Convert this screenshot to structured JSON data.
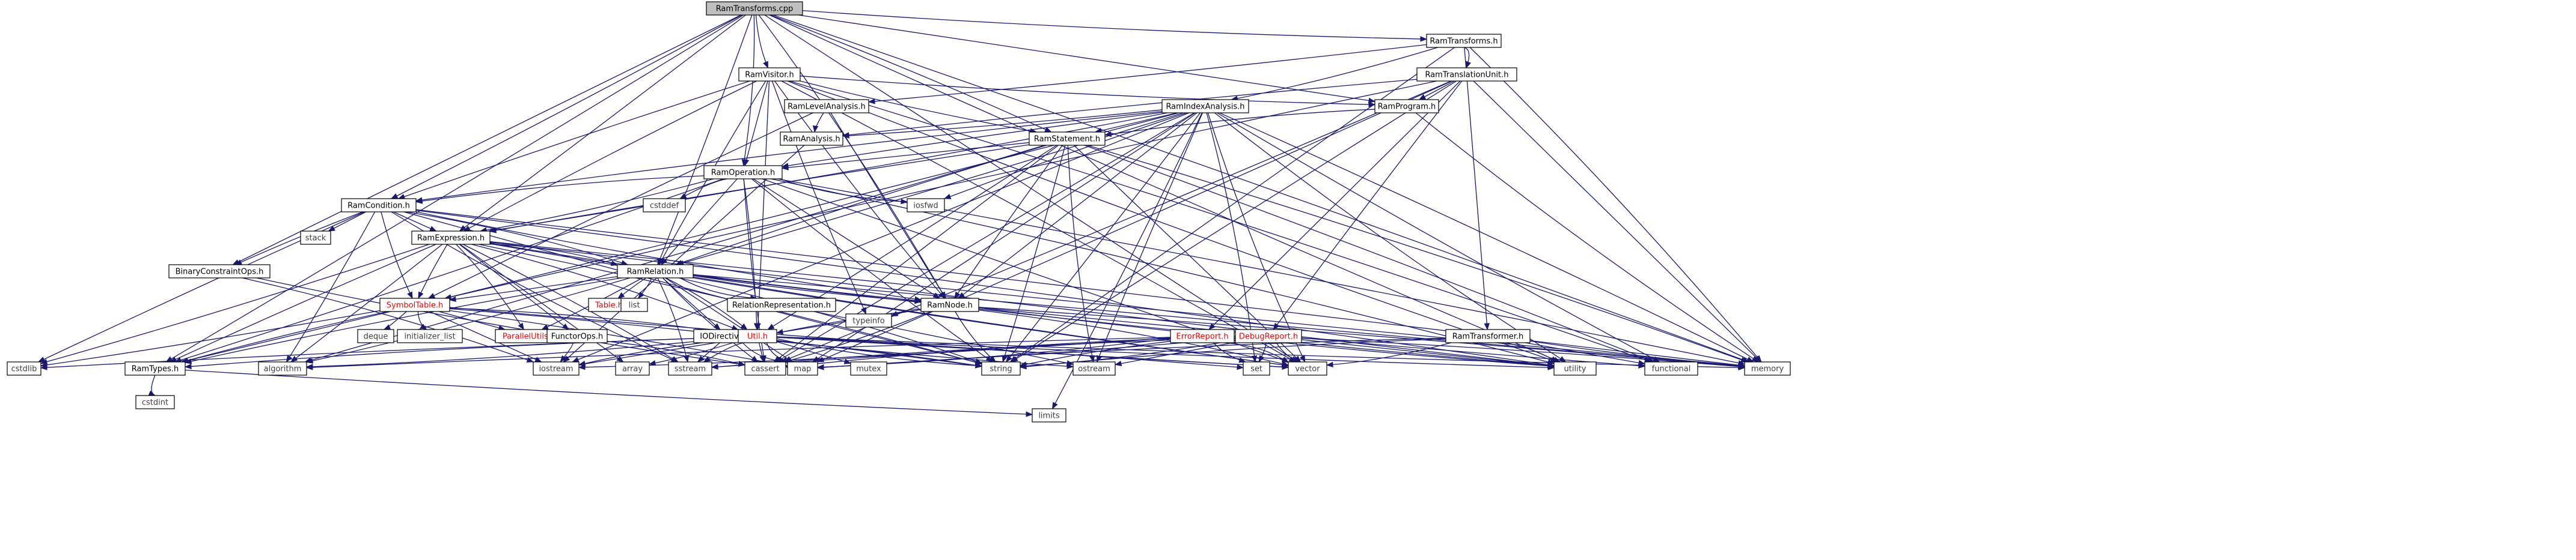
{
  "diagram": {
    "root": "RamTransforms.cpp",
    "colors": {
      "edge": "#191970",
      "root_fill": "#bfbfbf",
      "node_border": "#000000",
      "red_label": "#ff0000",
      "system_label": "#3f3f3f"
    },
    "nodes": [
      {
        "id": "n_root",
        "label": "RamTransforms.cpp",
        "kind": "root"
      },
      {
        "id": "n_rt_h",
        "label": "RamTransforms.h",
        "kind": "hdr"
      },
      {
        "id": "n_visitor",
        "label": "RamVisitor.h",
        "kind": "hdr"
      },
      {
        "id": "n_tu",
        "label": "RamTranslationUnit.h",
        "kind": "hdr"
      },
      {
        "id": "n_idx",
        "label": "RamIndexAnalysis.h",
        "kind": "hdr"
      },
      {
        "id": "n_level",
        "label": "RamLevelAnalysis.h",
        "kind": "hdr"
      },
      {
        "id": "n_program",
        "label": "RamProgram.h",
        "kind": "hdr"
      },
      {
        "id": "n_analysis",
        "label": "RamAnalysis.h",
        "kind": "hdr"
      },
      {
        "id": "n_stmt",
        "label": "RamStatement.h",
        "kind": "hdr"
      },
      {
        "id": "n_op",
        "label": "RamOperation.h",
        "kind": "hdr"
      },
      {
        "id": "n_cond",
        "label": "RamCondition.h",
        "kind": "hdr"
      },
      {
        "id": "n_expr",
        "label": "RamExpression.h",
        "kind": "hdr"
      },
      {
        "id": "n_bco",
        "label": "BinaryConstraintOps.h",
        "kind": "hdr"
      },
      {
        "id": "n_rel",
        "label": "RamRelation.h",
        "kind": "hdr"
      },
      {
        "id": "n_node",
        "label": "RamNode.h",
        "kind": "hdr"
      },
      {
        "id": "n_symtab",
        "label": "SymbolTable.h",
        "kind": "red"
      },
      {
        "id": "n_table",
        "label": "Table.h",
        "kind": "red"
      },
      {
        "id": "n_relrep",
        "label": "RelationRepresentation.h",
        "kind": "hdr"
      },
      {
        "id": "n_par",
        "label": "ParallelUtils.h",
        "kind": "red"
      },
      {
        "id": "n_functor",
        "label": "FunctorOps.h",
        "kind": "hdr"
      },
      {
        "id": "n_iod",
        "label": "IODirectives.h",
        "kind": "hdr"
      },
      {
        "id": "n_util",
        "label": "Util.h",
        "kind": "red"
      },
      {
        "id": "n_err",
        "label": "ErrorReport.h",
        "kind": "red"
      },
      {
        "id": "n_dbg",
        "label": "DebugReport.h",
        "kind": "red"
      },
      {
        "id": "n_transformer",
        "label": "RamTransformer.h",
        "kind": "hdr"
      },
      {
        "id": "n_types",
        "label": "RamTypes.h",
        "kind": "hdr"
      },
      {
        "id": "n_cstdint",
        "label": "cstdint",
        "kind": "sys"
      },
      {
        "id": "n_limits",
        "label": "limits",
        "kind": "sys"
      },
      {
        "id": "n_cstdlib",
        "label": "cstdlib",
        "kind": "sys"
      },
      {
        "id": "n_algorithm",
        "label": "algorithm",
        "kind": "sys"
      },
      {
        "id": "n_iostream",
        "label": "iostream",
        "kind": "sys"
      },
      {
        "id": "n_array",
        "label": "array",
        "kind": "sys"
      },
      {
        "id": "n_sstream",
        "label": "sstream",
        "kind": "sys"
      },
      {
        "id": "n_cassert",
        "label": "cassert",
        "kind": "sys"
      },
      {
        "id": "n_map",
        "label": "map",
        "kind": "sys"
      },
      {
        "id": "n_mutex",
        "label": "mutex",
        "kind": "sys"
      },
      {
        "id": "n_string",
        "label": "string",
        "kind": "sys"
      },
      {
        "id": "n_ostream",
        "label": "ostream",
        "kind": "sys"
      },
      {
        "id": "n_set",
        "label": "set",
        "kind": "sys"
      },
      {
        "id": "n_vector",
        "label": "vector",
        "kind": "sys"
      },
      {
        "id": "n_utility",
        "label": "utility",
        "kind": "sys"
      },
      {
        "id": "n_functional",
        "label": "functional",
        "kind": "sys"
      },
      {
        "id": "n_memory",
        "label": "memory",
        "kind": "sys"
      },
      {
        "id": "n_stack",
        "label": "stack",
        "kind": "sys"
      },
      {
        "id": "n_cstddef",
        "label": "cstddef",
        "kind": "sys"
      },
      {
        "id": "n_iosfwd",
        "label": "iosfwd",
        "kind": "sys"
      },
      {
        "id": "n_list",
        "label": "list",
        "kind": "sys"
      },
      {
        "id": "n_typeinfo",
        "label": "typeinfo",
        "kind": "sys"
      },
      {
        "id": "n_deque",
        "label": "deque",
        "kind": "sys"
      },
      {
        "id": "n_initlist",
        "label": "initializer_list",
        "kind": "sys"
      }
    ],
    "edges": [
      [
        "n_root",
        "n_rt_h"
      ],
      [
        "n_root",
        "n_visitor"
      ],
      [
        "n_root",
        "n_program"
      ],
      [
        "n_root",
        "n_stmt"
      ],
      [
        "n_root",
        "n_op"
      ],
      [
        "n_root",
        "n_cond"
      ],
      [
        "n_root",
        "n_expr"
      ],
      [
        "n_root",
        "n_bco"
      ],
      [
        "n_root",
        "n_rel"
      ],
      [
        "n_root",
        "n_node"
      ],
      [
        "n_root",
        "n_types"
      ],
      [
        "n_root",
        "n_utility"
      ],
      [
        "n_root",
        "n_vector"
      ],
      [
        "n_root",
        "n_memory"
      ],
      [
        "n_rt_h",
        "n_tu"
      ],
      [
        "n_rt_h",
        "n_idx"
      ],
      [
        "n_rt_h",
        "n_level"
      ],
      [
        "n_rt_h",
        "n_transformer"
      ],
      [
        "n_rt_h",
        "n_string"
      ],
      [
        "n_rt_h",
        "n_memory"
      ],
      [
        "n_visitor",
        "n_program"
      ],
      [
        "n_visitor",
        "n_stmt"
      ],
      [
        "n_visitor",
        "n_op"
      ],
      [
        "n_visitor",
        "n_cond"
      ],
      [
        "n_visitor",
        "n_expr"
      ],
      [
        "n_visitor",
        "n_rel"
      ],
      [
        "n_visitor",
        "n_node"
      ],
      [
        "n_visitor",
        "n_util"
      ],
      [
        "n_visitor",
        "n_vector"
      ],
      [
        "n_visitor",
        "n_functional"
      ],
      [
        "n_visitor",
        "n_utility"
      ],
      [
        "n_visitor",
        "n_typeinfo"
      ],
      [
        "n_tu",
        "n_program"
      ],
      [
        "n_tu",
        "n_analysis"
      ],
      [
        "n_tu",
        "n_err"
      ],
      [
        "n_tu",
        "n_dbg"
      ],
      [
        "n_tu",
        "n_map"
      ],
      [
        "n_tu",
        "n_memory"
      ],
      [
        "n_tu",
        "n_string"
      ],
      [
        "n_tu",
        "n_symtab"
      ],
      [
        "n_tu",
        "n_cassert"
      ],
      [
        "n_idx",
        "n_analysis"
      ],
      [
        "n_idx",
        "n_stmt"
      ],
      [
        "n_idx",
        "n_op"
      ],
      [
        "n_idx",
        "n_cond"
      ],
      [
        "n_idx",
        "n_expr"
      ],
      [
        "n_idx",
        "n_rel"
      ],
      [
        "n_idx",
        "n_node"
      ],
      [
        "n_idx",
        "n_map"
      ],
      [
        "n_idx",
        "n_set"
      ],
      [
        "n_idx",
        "n_vector"
      ],
      [
        "n_idx",
        "n_ostream"
      ],
      [
        "n_idx",
        "n_iostream"
      ],
      [
        "n_idx",
        "n_memory"
      ],
      [
        "n_idx",
        "n_limits"
      ],
      [
        "n_idx",
        "n_utility"
      ],
      [
        "n_idx",
        "n_functional"
      ],
      [
        "n_idx",
        "n_cassert"
      ],
      [
        "n_idx",
        "n_iosfwd"
      ],
      [
        "n_idx",
        "n_string"
      ],
      [
        "n_idx",
        "n_types"
      ],
      [
        "n_level",
        "n_analysis"
      ],
      [
        "n_level",
        "n_node"
      ],
      [
        "n_level",
        "n_symtab"
      ],
      [
        "n_program",
        "n_stmt"
      ],
      [
        "n_program",
        "n_memory"
      ],
      [
        "n_analysis",
        "n_iostream"
      ],
      [
        "n_stmt",
        "n_op"
      ],
      [
        "n_stmt",
        "n_expr"
      ],
      [
        "n_stmt",
        "n_rel"
      ],
      [
        "n_stmt",
        "n_node"
      ],
      [
        "n_stmt",
        "n_util"
      ],
      [
        "n_stmt",
        "n_vector"
      ],
      [
        "n_stmt",
        "n_string"
      ],
      [
        "n_stmt",
        "n_memory"
      ],
      [
        "n_stmt",
        "n_ostream"
      ],
      [
        "n_stmt",
        "n_algorithm"
      ],
      [
        "n_stmt",
        "n_cassert"
      ],
      [
        "n_stmt",
        "n_functional"
      ],
      [
        "n_op",
        "n_cond"
      ],
      [
        "n_op",
        "n_expr"
      ],
      [
        "n_op",
        "n_rel"
      ],
      [
        "n_op",
        "n_node"
      ],
      [
        "n_op",
        "n_util"
      ],
      [
        "n_op",
        "n_cstddef"
      ],
      [
        "n_op",
        "n_iosfwd"
      ],
      [
        "n_op",
        "n_string"
      ],
      [
        "n_op",
        "n_vector"
      ],
      [
        "n_op",
        "n_memory"
      ],
      [
        "n_op",
        "n_utility"
      ],
      [
        "n_op",
        "n_types"
      ],
      [
        "n_op",
        "n_cassert"
      ],
      [
        "n_cond",
        "n_expr"
      ],
      [
        "n_cond",
        "n_bco"
      ],
      [
        "n_cond",
        "n_rel"
      ],
      [
        "n_cond",
        "n_node"
      ],
      [
        "n_cond",
        "n_symtab"
      ],
      [
        "n_cond",
        "n_stack"
      ],
      [
        "n_cond",
        "n_cstdlib"
      ],
      [
        "n_cond",
        "n_algorithm"
      ],
      [
        "n_cond",
        "n_sstream"
      ],
      [
        "n_cond",
        "n_string"
      ],
      [
        "n_cond",
        "n_memory"
      ],
      [
        "n_cond",
        "n_utility"
      ],
      [
        "n_expr",
        "n_rel"
      ],
      [
        "n_expr",
        "n_node"
      ],
      [
        "n_expr",
        "n_symtab"
      ],
      [
        "n_expr",
        "n_functor"
      ],
      [
        "n_expr",
        "n_par"
      ],
      [
        "n_expr",
        "n_util"
      ],
      [
        "n_expr",
        "n_cstdlib"
      ],
      [
        "n_expr",
        "n_algorithm"
      ],
      [
        "n_expr",
        "n_array"
      ],
      [
        "n_expr",
        "n_sstream"
      ],
      [
        "n_expr",
        "n_string"
      ],
      [
        "n_expr",
        "n_vector"
      ],
      [
        "n_expr",
        "n_memory"
      ],
      [
        "n_expr",
        "n_utility"
      ],
      [
        "n_expr",
        "n_types"
      ],
      [
        "n_bco",
        "n_iostream"
      ],
      [
        "n_bco",
        "n_cassert"
      ],
      [
        "n_rel",
        "n_node"
      ],
      [
        "n_rel",
        "n_symtab"
      ],
      [
        "n_rel",
        "n_table"
      ],
      [
        "n_rel",
        "n_list"
      ],
      [
        "n_rel",
        "n_relrep"
      ],
      [
        "n_rel",
        "n_par"
      ],
      [
        "n_rel",
        "n_iod"
      ],
      [
        "n_rel",
        "n_util"
      ],
      [
        "n_rel",
        "n_types"
      ],
      [
        "n_rel",
        "n_algorithm"
      ],
      [
        "n_rel",
        "n_cassert"
      ],
      [
        "n_rel",
        "n_map"
      ],
      [
        "n_rel",
        "n_sstream"
      ],
      [
        "n_rel",
        "n_string"
      ],
      [
        "n_rel",
        "n_utility"
      ],
      [
        "n_rel",
        "n_vector"
      ],
      [
        "n_rel",
        "n_memory"
      ],
      [
        "n_node",
        "n_util"
      ],
      [
        "n_node",
        "n_typeinfo"
      ],
      [
        "n_node",
        "n_cassert"
      ],
      [
        "n_node",
        "n_functional"
      ],
      [
        "n_node",
        "n_iostream"
      ],
      [
        "n_node",
        "n_memory"
      ],
      [
        "n_node",
        "n_vector"
      ],
      [
        "n_node",
        "n_utility"
      ],
      [
        "n_node",
        "n_string"
      ],
      [
        "n_symtab",
        "n_par"
      ],
      [
        "n_symtab",
        "n_types"
      ],
      [
        "n_symtab",
        "n_util"
      ],
      [
        "n_symtab",
        "n_deque"
      ],
      [
        "n_symtab",
        "n_initlist"
      ],
      [
        "n_symtab",
        "n_iostream"
      ],
      [
        "n_symtab",
        "n_map"
      ],
      [
        "n_symtab",
        "n_string"
      ],
      [
        "n_symtab",
        "n_vector"
      ],
      [
        "n_symtab",
        "n_cstdlib"
      ],
      [
        "n_relrep",
        "n_ostream"
      ],
      [
        "n_functor",
        "n_cassert"
      ],
      [
        "n_functor",
        "n_iostream"
      ],
      [
        "n_iod",
        "n_map"
      ],
      [
        "n_iod",
        "n_ostream"
      ],
      [
        "n_iod",
        "n_sstream"
      ],
      [
        "n_iod",
        "n_string"
      ],
      [
        "n_util",
        "n_types"
      ],
      [
        "n_util",
        "n_algorithm"
      ],
      [
        "n_util",
        "n_array"
      ],
      [
        "n_util",
        "n_cassert"
      ],
      [
        "n_util",
        "n_cstdlib"
      ],
      [
        "n_util",
        "n_iostream"
      ],
      [
        "n_util",
        "n_map"
      ],
      [
        "n_util",
        "n_memory"
      ],
      [
        "n_util",
        "n_mutex"
      ],
      [
        "n_util",
        "n_set"
      ],
      [
        "n_util",
        "n_sstream"
      ],
      [
        "n_util",
        "n_string"
      ],
      [
        "n_util",
        "n_utility"
      ],
      [
        "n_util",
        "n_vector"
      ],
      [
        "n_err",
        "n_algorithm"
      ],
      [
        "n_err",
        "n_cassert"
      ],
      [
        "n_err",
        "n_iostream"
      ],
      [
        "n_err",
        "n_set"
      ],
      [
        "n_err",
        "n_sstream"
      ],
      [
        "n_err",
        "n_string"
      ],
      [
        "n_err",
        "n_vector"
      ],
      [
        "n_err",
        "n_map"
      ],
      [
        "n_dbg",
        "n_map"
      ],
      [
        "n_dbg",
        "n_ostream"
      ],
      [
        "n_dbg",
        "n_set"
      ],
      [
        "n_dbg",
        "n_sstream"
      ],
      [
        "n_dbg",
        "n_string"
      ],
      [
        "n_dbg",
        "n_vector"
      ],
      [
        "n_dbg",
        "n_utility"
      ],
      [
        "n_dbg",
        "n_memory"
      ],
      [
        "n_transformer",
        "n_string"
      ],
      [
        "n_transformer",
        "n_vector"
      ],
      [
        "n_transformer",
        "n_memory"
      ],
      [
        "n_transformer",
        "n_functional"
      ],
      [
        "n_transformer",
        "n_utility"
      ],
      [
        "n_transformer",
        "n_map"
      ],
      [
        "n_types",
        "n_cstdint"
      ],
      [
        "n_types",
        "n_limits"
      ]
    ]
  }
}
